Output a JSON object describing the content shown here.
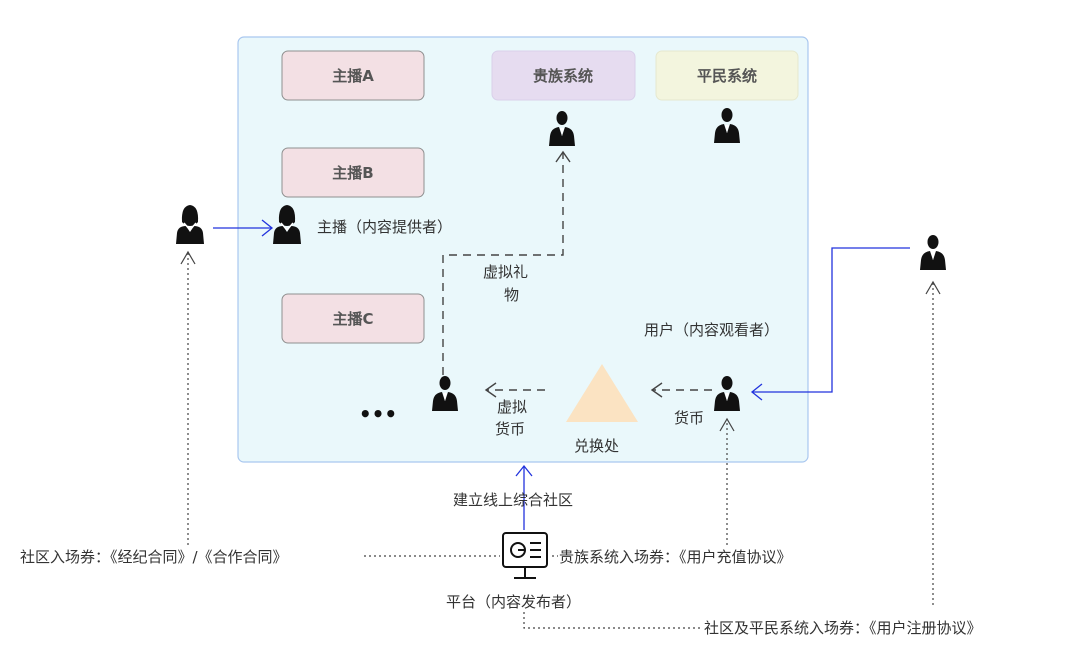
{
  "boxes": {
    "streamer_a": "主播A",
    "streamer_b": "主播B",
    "streamer_c": "主播C",
    "noble_system": "贵族系统",
    "commoner_system": "平民系统"
  },
  "labels": {
    "streamer_role": "主播（内容提供者）",
    "virtual_gift_line1": "虚拟礼",
    "virtual_gift_line2": "物",
    "viewer_role": "用户（内容观看者）",
    "virtual_currency_line1": "虚拟",
    "virtual_currency_line2": "货币",
    "currency": "货币",
    "exchange": "兑换处",
    "ellipsis": "•••",
    "build_community": "建立线上综合社区",
    "community_ticket": "社区入场券：《经纪合同》/《合作合同》",
    "noble_ticket": "贵族系统入场券：《用户充值协议》",
    "platform": "平台（内容发布者）",
    "commoner_ticket": "社区及平民系统入场券：《用户注册协议》"
  },
  "colors": {
    "community_bg": "#eaf8fb",
    "community_border": "#a9c7ef",
    "streamer_box": "#f3e0e4",
    "noble_box": "#e6dcf0",
    "commoner_box": "#f3f5de",
    "exchange_triangle": "#fbe3c2",
    "blue_arrow": "#2233dd"
  },
  "icons": [
    "person-male-icon",
    "person-female-icon",
    "platform-terminal-icon",
    "triangle-exchange-icon"
  ]
}
